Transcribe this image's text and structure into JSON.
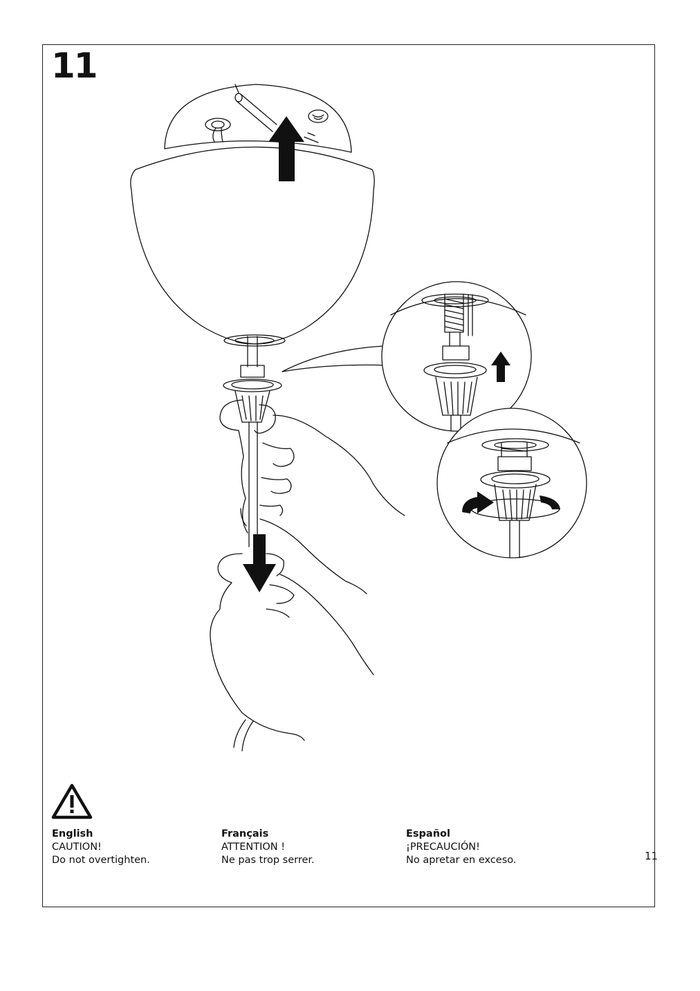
{
  "step_number": "11",
  "warning_icon": "warning-triangle-icon",
  "languages": [
    {
      "name": "English",
      "line1": "CAUTION!",
      "line2": "Do not overtighten."
    },
    {
      "name": "Français",
      "line1": "ATTENTION !",
      "line2": "Ne pas trop serrer."
    },
    {
      "name": "Español",
      "line1": "¡PRECAUCIÓN!",
      "line2": "No apretar en exceso."
    }
  ],
  "page_number": "11"
}
